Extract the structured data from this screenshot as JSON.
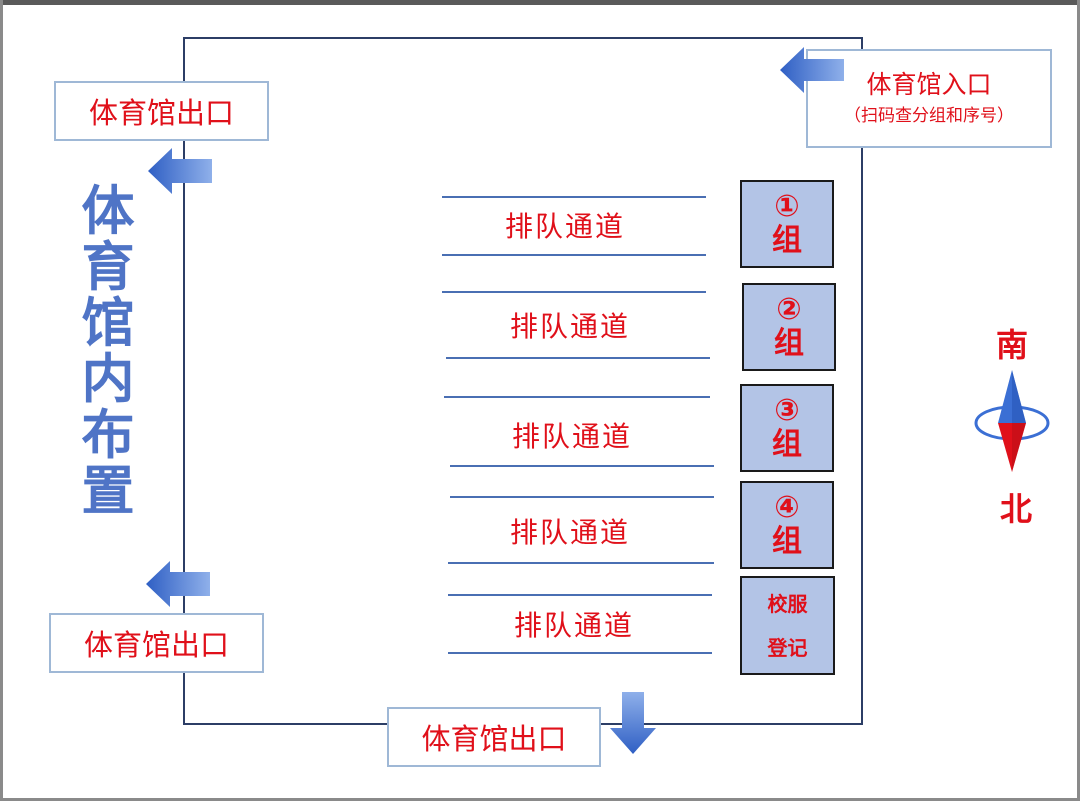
{
  "title_vertical": [
    "体",
    "育",
    "馆",
    "内",
    "布",
    "置"
  ],
  "exits": {
    "top_left": "体育馆出口",
    "bottom_left": "体育馆出口",
    "bottom": "体育馆出口"
  },
  "entrance": {
    "title": "体育馆入口",
    "note": "（扫码查分组和序号）"
  },
  "lanes": [
    "排队通道",
    "排队通道",
    "排队通道",
    "排队通道",
    "排队通道"
  ],
  "groups": [
    {
      "num": "①",
      "label": "组"
    },
    {
      "num": "②",
      "label": "组"
    },
    {
      "num": "③",
      "label": "组"
    },
    {
      "num": "④",
      "label": "组"
    }
  ],
  "uniform_station": {
    "line1": "校服",
    "line2": "登记"
  },
  "compass": {
    "south": "南",
    "north": "北"
  },
  "colors": {
    "accent_red": "#e0101a",
    "title_blue": "#4f74c6",
    "box_fill": "#b3c4e6",
    "arrow_blue": "#3b6fd4"
  }
}
